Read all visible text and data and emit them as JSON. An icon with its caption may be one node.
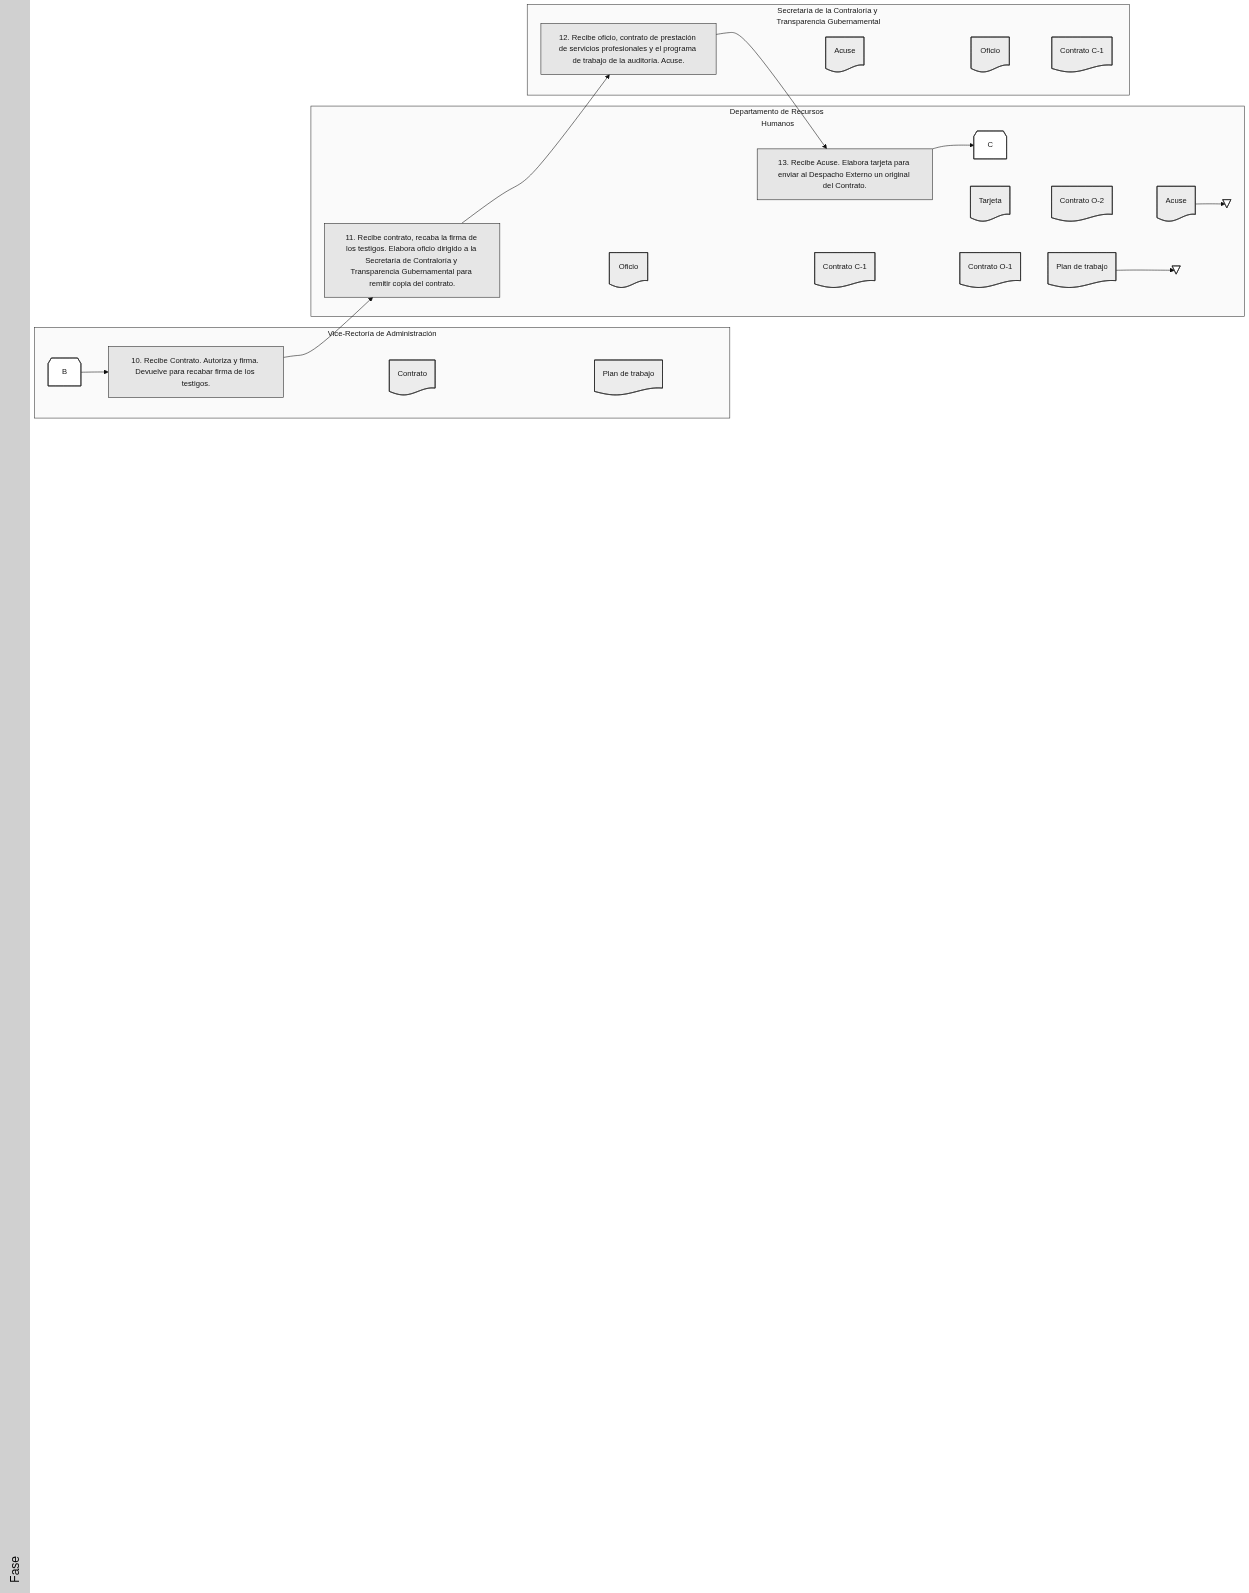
{
  "diagram": {
    "nodes": [
      {
        "text": [
          "Vice-Rectoría de Administración"
        ]
      },
      {
        "text": [
          "Departamento de Recursos Humanos"
        ]
      },
      {
        "text": [
          "Secretaría de la Contraloría y Transparencia Gubernamental"
        ]
      },
      {
        "text": [
          "B"
        ],
        "in": 0
      },
      {
        "text": [
          "10. Recibe Contrato. Autoriza y firma. Devuelve para recabar firma de los testigos."
        ],
        "in": 0
      },
      {
        "text": [
          "Contrato"
        ],
        "in": 0
      },
      {
        "text": [
          "Plan de trabajo"
        ],
        "in": 0
      },
      {
        "text": [
          "11. Recibe contrato, recaba la firma de los testigos. Elabora oficio dirigido a la Secretaría de Contraloría y Transparencia Gubernamental para remitir copia del contrato."
        ],
        "in": 1
      },
      {
        "text": [
          "Oficio"
        ],
        "in": 1
      },
      {
        "text": [
          "Contrato C-1"
        ],
        "in": 1
      },
      {
        "text": [
          "Contrato O-1"
        ],
        "in": 1
      },
      {
        "text": [
          "Plan de trabajo"
        ],
        "in": 1
      },
      {
        "text": [],
        "shape": "triangle",
        "in": 1
      },
      {
        "text": [
          "12. Recibe oficio, contrato de prestación de servicios profesionales y el programa de trabajo de la auditoría. Acuse."
        ],
        "in": 2
      },
      {
        "text": [
          "Acuse"
        ],
        "in": 2
      },
      {
        "text": [
          "Oficio"
        ],
        "in": 2
      },
      {
        "text": [
          "Contrato C-1"
        ],
        "in": 2
      },
      {
        "text": [
          "13. Recibe Acuse. Elabora tarjeta para enviar al Despacho Externo un original del Contrato."
        ],
        "in": 1
      },
      {
        "text": [
          "Tarjeta"
        ],
        "in": 1
      },
      {
        "text": [
          "Contrato O-2"
        ],
        "in": 1
      },
      {
        "text": [
          "Acuse"
        ],
        "in": 1
      },
      {
        "text": [
          "C"
        ],
        "in": 1
      },
      {
        "text": [],
        "shape": "triangle",
        "in": 1
      }
    ],
    "edges": [
      {
        "from": 3,
        "to": 4,
        "arrow": "to"
      },
      {
        "from": 4,
        "to": 7,
        "arrow": "to"
      },
      {
        "from": 7,
        "to": 13,
        "arrow": "to"
      },
      {
        "from": 11,
        "to": 12,
        "arrow": "to"
      },
      {
        "from": 13,
        "to": 17,
        "arrow": "to"
      },
      {
        "from": 17,
        "to": 21,
        "arrow": "to"
      },
      {
        "from": 20,
        "to": 22,
        "arrow": "to"
      }
    ],
    "labels": [
      "Fase"
    ]
  }
}
